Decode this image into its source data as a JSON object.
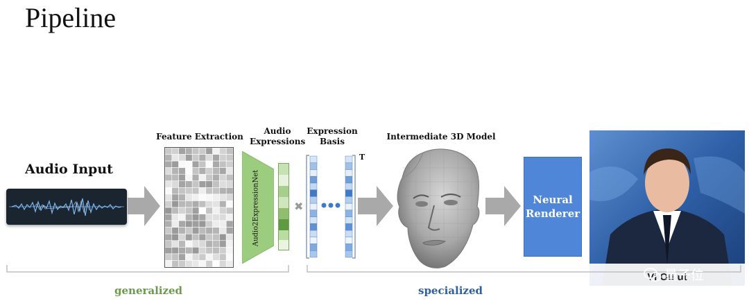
{
  "title": "Pipeline",
  "audio": {
    "label": "Audio Input"
  },
  "feature_extraction": {
    "label": "Feature Extraction"
  },
  "audio_expressions": {
    "label_line1": "Audio",
    "label_line2": "Expressions",
    "net_label": "Audio2ExpressionNet"
  },
  "expression_basis": {
    "label_line1": "Expression",
    "label_line2": "Basis",
    "transpose": "T"
  },
  "intermediate_model": {
    "label": "Intermediate 3D Model"
  },
  "neural_renderer": {
    "label_line1": "Neural",
    "label_line2": "Renderer"
  },
  "output_video": {
    "caption": "Vi  Ou  ut"
  },
  "groups": {
    "generalized": "generalized",
    "specialized": "specialized"
  },
  "watermark": {
    "text": "量子位"
  },
  "colors": {
    "generalized": "#6a9a4a",
    "specialized": "#2e5f9e",
    "renderer": "#4f86d8",
    "arrow": "#a9a9a9"
  }
}
